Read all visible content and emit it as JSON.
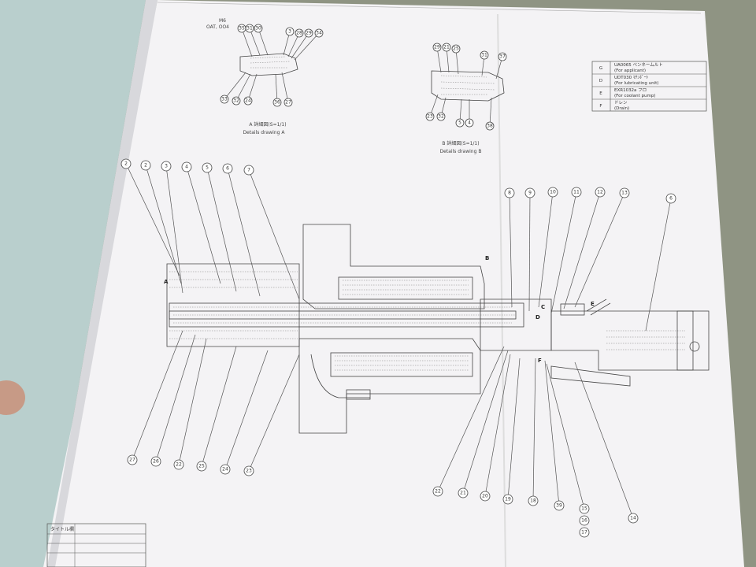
{
  "detail_a": {
    "label_1": "M6 ",
    "label_2": "OAT, OO4 ",
    "caption": "A 詳細図(S=1/1)",
    "caption_en": "Details drawing A",
    "callouts": [
      "35",
      "31",
      "30",
      "3",
      "28",
      "29",
      "34",
      "33",
      "32",
      "24",
      "36",
      "27"
    ]
  },
  "detail_b": {
    "caption": "B 詳細図(S=1/1)",
    "caption_en": "Details drawing B",
    "callouts": [
      "29",
      "21",
      "25",
      "31",
      "37",
      "23",
      "32",
      "4",
      "5",
      "38"
    ]
  },
  "legend": {
    "rows": [
      {
        "key": "G",
        "text": "UA0065 ベンネームルト\n(For applicant)"
      },
      {
        "key": "D",
        "text": "UDT030 ﾏﾁﾝﾎﾞｰﾄ\n(For lubricating unit)"
      },
      {
        "key": "E",
        "text": "EXR1032a フロ\n(For coolant pump)"
      },
      {
        "key": "F",
        "text": "ドレン\n(Drain)"
      }
    ]
  },
  "main": {
    "top_callouts": [
      "2",
      "2",
      "3",
      "4",
      "5",
      "6",
      "7",
      "8",
      "9",
      "10",
      "11",
      "12",
      "13",
      "6"
    ],
    "bottom_callouts": [
      "27",
      "26",
      "22",
      "25",
      "24",
      "23",
      "22",
      "21",
      "20",
      "19",
      "18",
      "39",
      "15",
      "16",
      "17",
      "14"
    ],
    "section_letters": {
      "a": "A",
      "b": "B",
      "c": "C",
      "d": "D",
      "e": "E",
      "f": "F"
    }
  },
  "title_block": {
    "label": "タイトル欄"
  }
}
